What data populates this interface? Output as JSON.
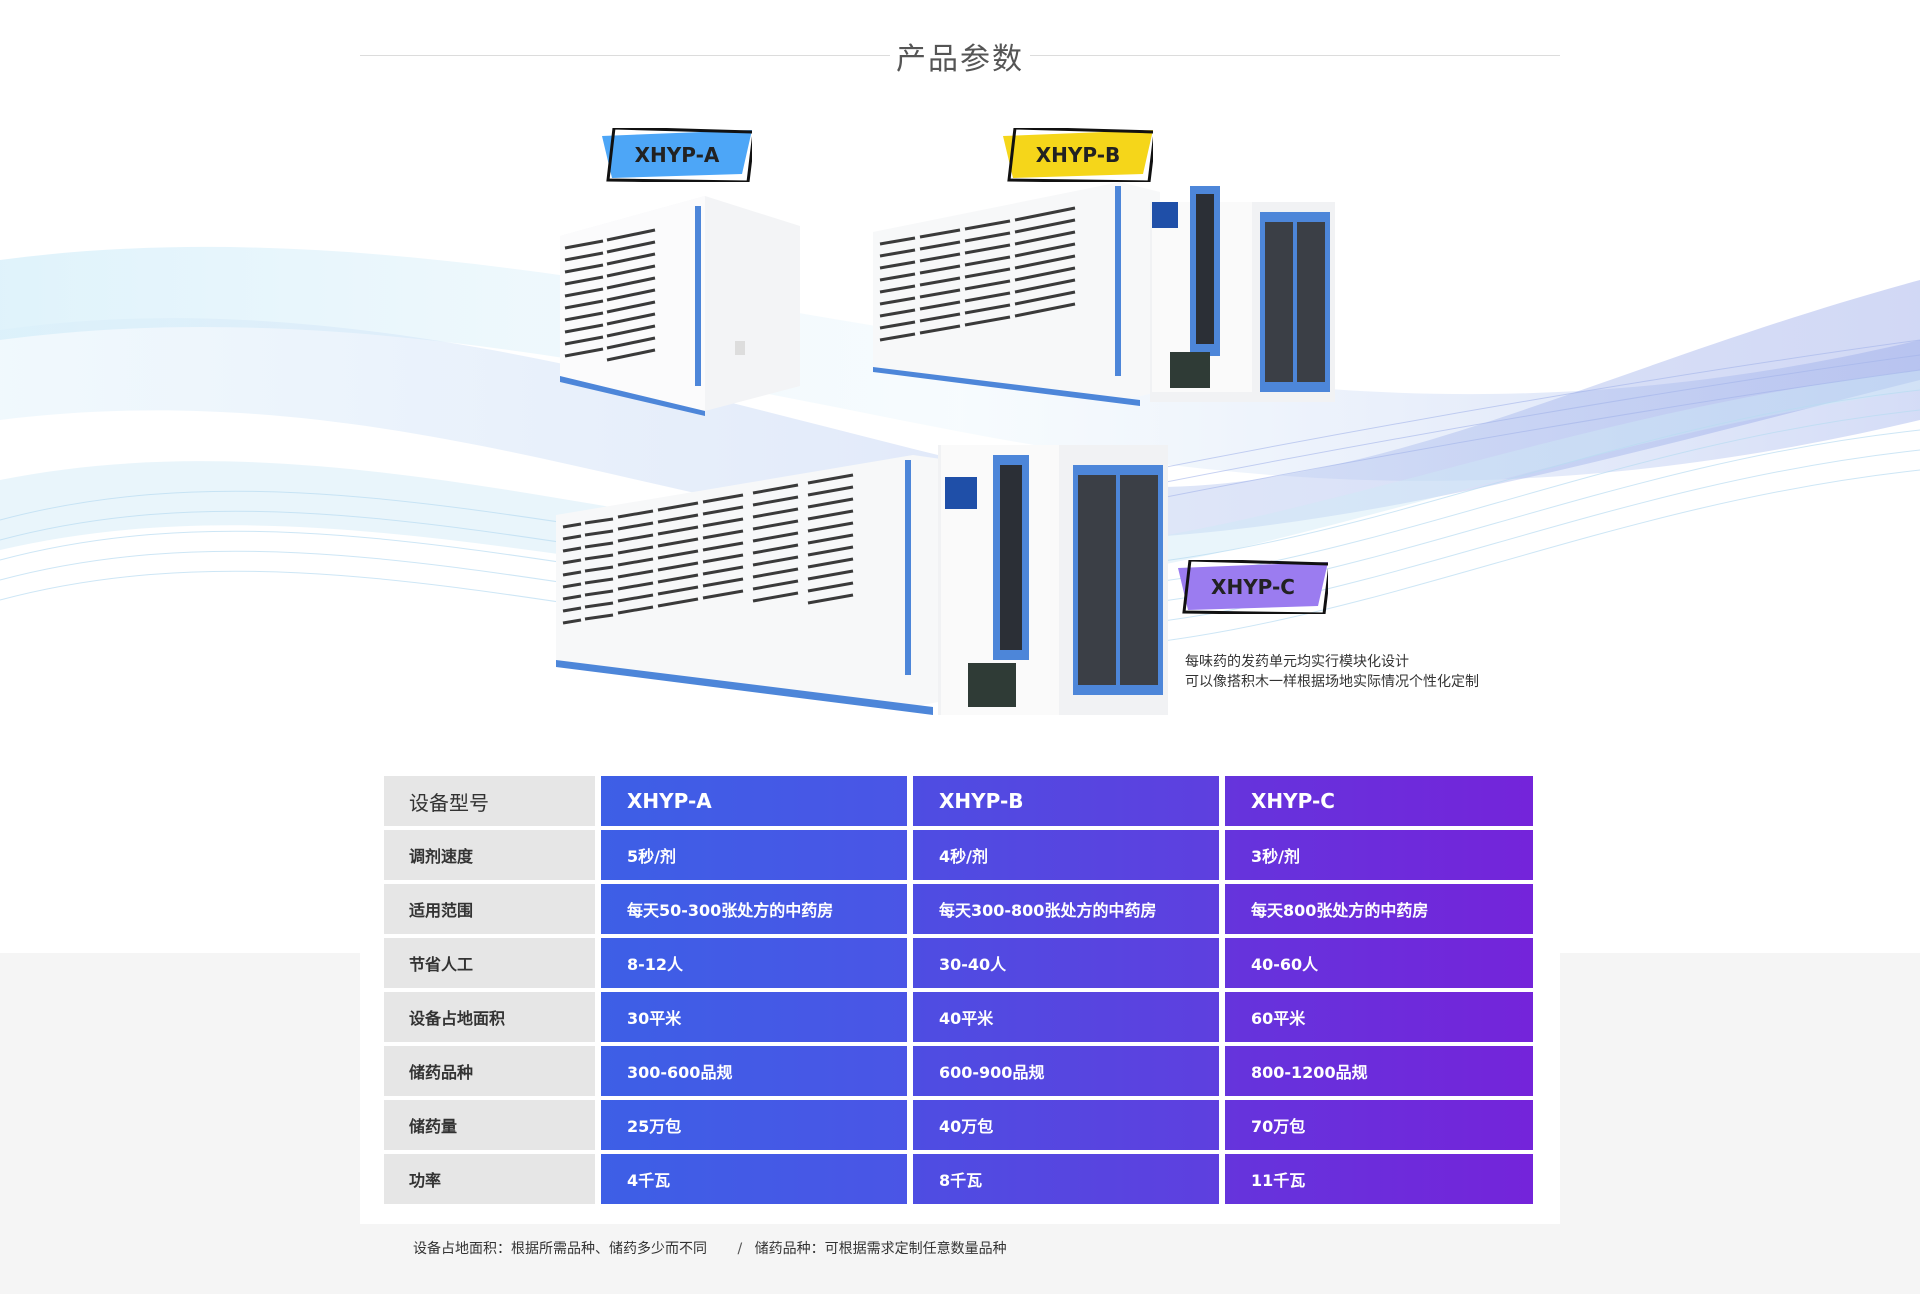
{
  "section_title": "产品参数",
  "models": {
    "a": {
      "badge": "XHYP-A",
      "badge_color": "#4da6f7"
    },
    "b": {
      "badge": "XHYP-B",
      "badge_color": "#f5d61a"
    },
    "c": {
      "badge": "XHYP-C",
      "badge_color": "#9b7cf0"
    }
  },
  "note": {
    "line1": "每味药的发药单元均实行模块化设计",
    "line2": "可以像搭积木一样根据场地实际情况个性化定制"
  },
  "table": {
    "header": {
      "label": "设备型号",
      "a": "XHYP-A",
      "b": "XHYP-B",
      "c": "XHYP-C"
    },
    "rows": [
      {
        "label": "调剂速度",
        "a": "5秒/剂",
        "b": "4秒/剂",
        "c": "3秒/剂"
      },
      {
        "label": "适用范围",
        "a": "每天50-300张处方的中药房",
        "b": "每天300-800张处方的中药房",
        "c": "每天800张处方的中药房"
      },
      {
        "label": "节省人工",
        "a": "8-12人",
        "b": "30-40人",
        "c": "40-60人"
      },
      {
        "label": "设备占地面积",
        "a": "30平米",
        "b": "40平米",
        "c": "60平米"
      },
      {
        "label": "储药品种",
        "a": "300-600品规",
        "b": "600-900品规",
        "c": "800-1200品规"
      },
      {
        "label": "储药量",
        "a": "25万包",
        "b": "40万包",
        "c": "70万包"
      },
      {
        "label": "功率",
        "a": "4千瓦",
        "b": "8千瓦",
        "c": "11千瓦"
      }
    ]
  },
  "footnote": {
    "part1": "设备占地面积：根据所需品种、储药多少而不同",
    "separator": "/",
    "part2": "储药品种：可根据需求定制任意数量品种"
  },
  "colors": {
    "col_a": "#4257e6",
    "col_b": "#5a45e0",
    "col_c": "#7026da",
    "row_head_bg": "#e6e6e6",
    "accent_blue": "#4d86d9"
  },
  "icons": [
    "medicine-cabinet-image"
  ]
}
